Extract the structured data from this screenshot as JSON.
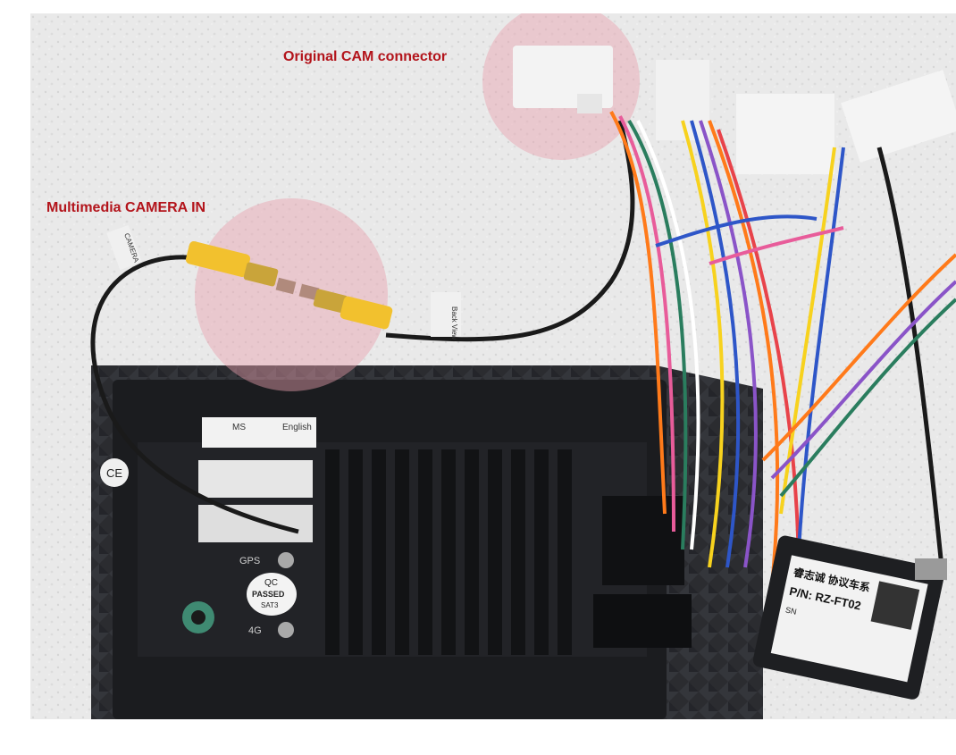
{
  "photo": {
    "annotations": [
      {
        "id": "original",
        "text": "Original CAM connector"
      },
      {
        "id": "multimedia",
        "text": "Multimedia CAMERA IN"
      }
    ],
    "annotation_color": "#b3141b",
    "highlight_color": "#e8a0ae",
    "labels": {
      "camera_tag": "CAMERA",
      "back_tag": "Back View",
      "ce_mark": "CE",
      "gps_port": "GPS",
      "qc_sticker_top": "QC",
      "qc_sticker_mid": "PASSED",
      "qc_sticker_bottom": "SAT3",
      "module_maker": "睿志诚 协议车系",
      "module_part_number": "P/N: RZ-FT02",
      "module_serial": "SN",
      "unit_label_line1": "MS",
      "unit_label_line2": "English",
      "fourg_port": "4G"
    }
  }
}
